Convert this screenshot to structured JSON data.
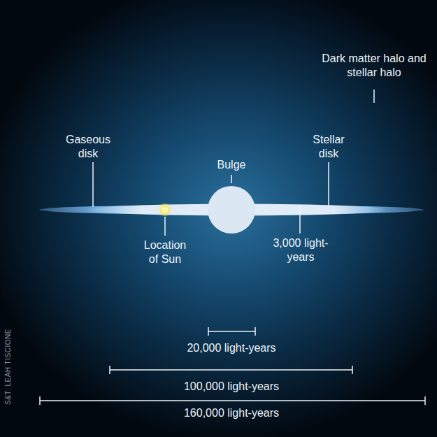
{
  "diagram": {
    "labels": [
      "Dark matter halo and stellar halo",
      "Gaseous disk",
      "Bulge",
      "Stellar disk",
      "Location of Sun",
      "3,000 light-years",
      "20,000 light-years",
      "100,000 light-years",
      "160,000 light-years",
      "S&T: LEAH TISCIONE"
    ]
  }
}
